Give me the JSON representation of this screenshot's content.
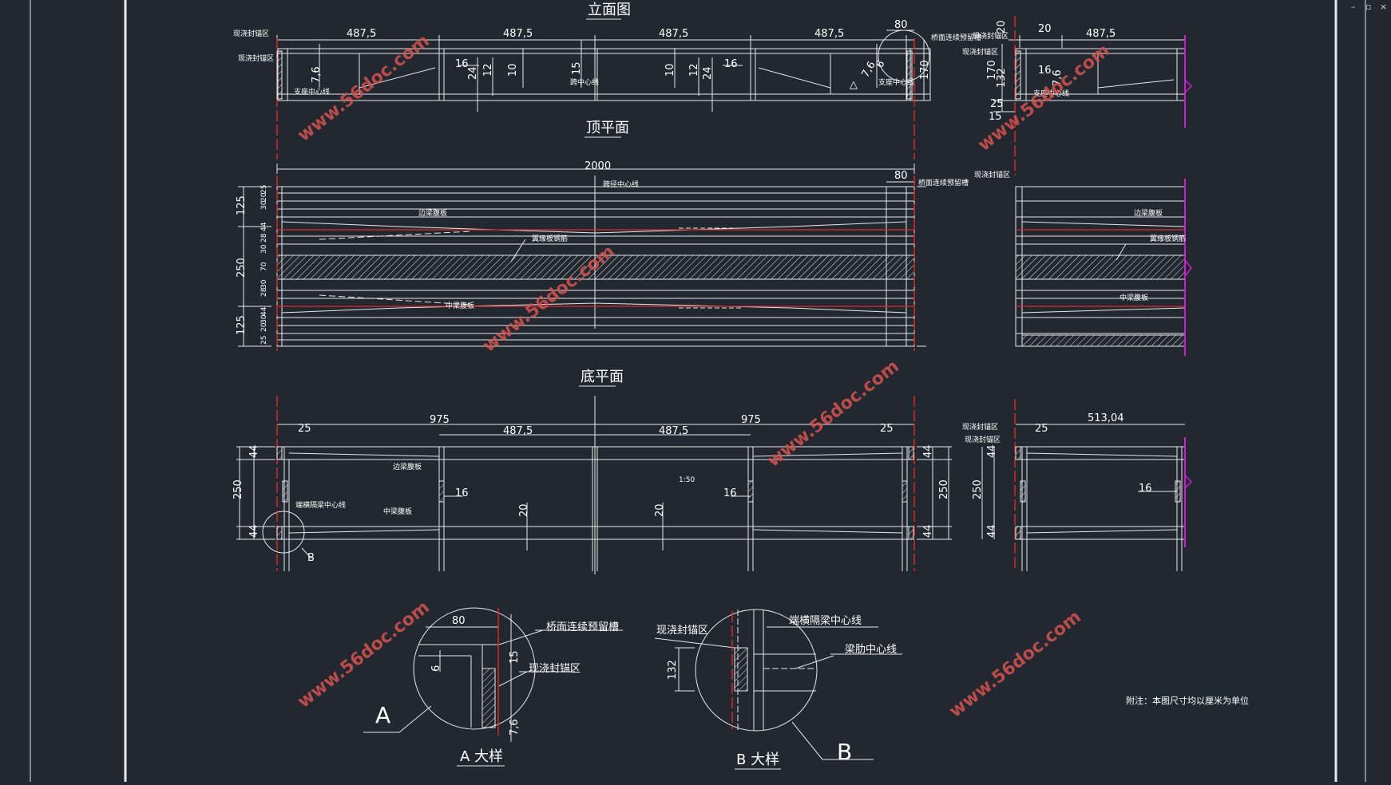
{
  "window_controls": {
    "minimize": "–",
    "restore": "▫",
    "close": "×"
  },
  "views": {
    "elevation_title": "立面图",
    "top_title": "顶平面",
    "bottom_title": "底平面",
    "detail_a_title": "A 大样",
    "detail_b_title": "B 大样"
  },
  "elevation": {
    "spans": [
      "487,5",
      "487,5",
      "487,5",
      "487,5"
    ],
    "dim_80": "80",
    "dim_20": "20",
    "dim_20_top": "20",
    "side_span": "487,5",
    "labels": {
      "rotation_line": "现浇封锚区",
      "pour_line": "现浇封锚区",
      "support_center": "支座中心线",
      "bridge_slot": "桥面连续预留槽",
      "mid_line": "跨中心线",
      "bearing_line": "支座中心线",
      "side_rotation": "现浇封锚区",
      "side_pour": "现浇封锚区",
      "side_support": "支座中心线"
    },
    "verticals": [
      "7,6",
      "16",
      "24",
      "12",
      "10",
      "15",
      "10",
      "12",
      "24",
      "16",
      "7,6",
      "6",
      "170"
    ],
    "side_verticals": [
      "170",
      "132",
      "15",
      "15",
      "20",
      "16",
      "7,6",
      "25"
    ]
  },
  "top_plan": {
    "total": "2000",
    "end_80": "80",
    "center_line": "跨径中心线",
    "bridge_slot": "桥面连续预留槽",
    "labels": {
      "side_beam": "边梁腹板",
      "web": "翼缘板钢筋",
      "mid_beam": "中梁腹板",
      "side_rotation": "现浇封锚区",
      "side_web": "翼缘板钢筋",
      "side_beam_r": "边梁腹板",
      "side_mid_beam": "中梁腹板"
    },
    "left_dims": [
      "125",
      "250",
      "125"
    ],
    "row_dims": [
      "25",
      "20",
      "30",
      "44",
      "28",
      "30",
      "70",
      "30",
      "28",
      "44",
      "30",
      "20",
      "25"
    ]
  },
  "bottom_plan": {
    "dim_25": "25",
    "dim_975a": "975",
    "dim_975b": "975",
    "dim_487a": "487,5",
    "dim_487b": "487,5",
    "dim_25r": "25",
    "scale": "1:50",
    "dim_16a": "16",
    "dim_16b": "16",
    "dim_20a": "20",
    "dim_20b": "20",
    "side_513": "513,04",
    "side_25": "25",
    "side_16": "16",
    "left_dims": [
      "44",
      "250",
      "44"
    ],
    "right_dims": [
      "44",
      "250",
      "44"
    ],
    "side_dims": [
      "44",
      "250",
      "44"
    ],
    "labels": {
      "side_beam": "边梁腹板",
      "diaphragm": "端横隔梁中心线",
      "mid_beam": "中梁腹板",
      "side_a": "现浇封锚区",
      "side_b": "现浇封锚区"
    },
    "b_marker": "B"
  },
  "detail_a": {
    "dim_80": "80",
    "dim_6": "6",
    "dim_15": "15",
    "dim_76": "7,6",
    "slot": "桥面连续预留槽",
    "pour": "现浇封锚区",
    "letter": "A"
  },
  "detail_b": {
    "pour": "现浇封锚区",
    "diaphragm": "端横隔梁中心线",
    "beam_center": "梁肋中心线",
    "dim_132": "132",
    "letter": "B"
  },
  "note": "附注：本图尺寸均以厘米为单位",
  "watermark": "www.56doc.com",
  "colors": {
    "bg": "#212830",
    "line": "#e8e8e8",
    "red": "#e02a2a",
    "magenta": "#d21ad2",
    "watermark": "#d8524e"
  }
}
